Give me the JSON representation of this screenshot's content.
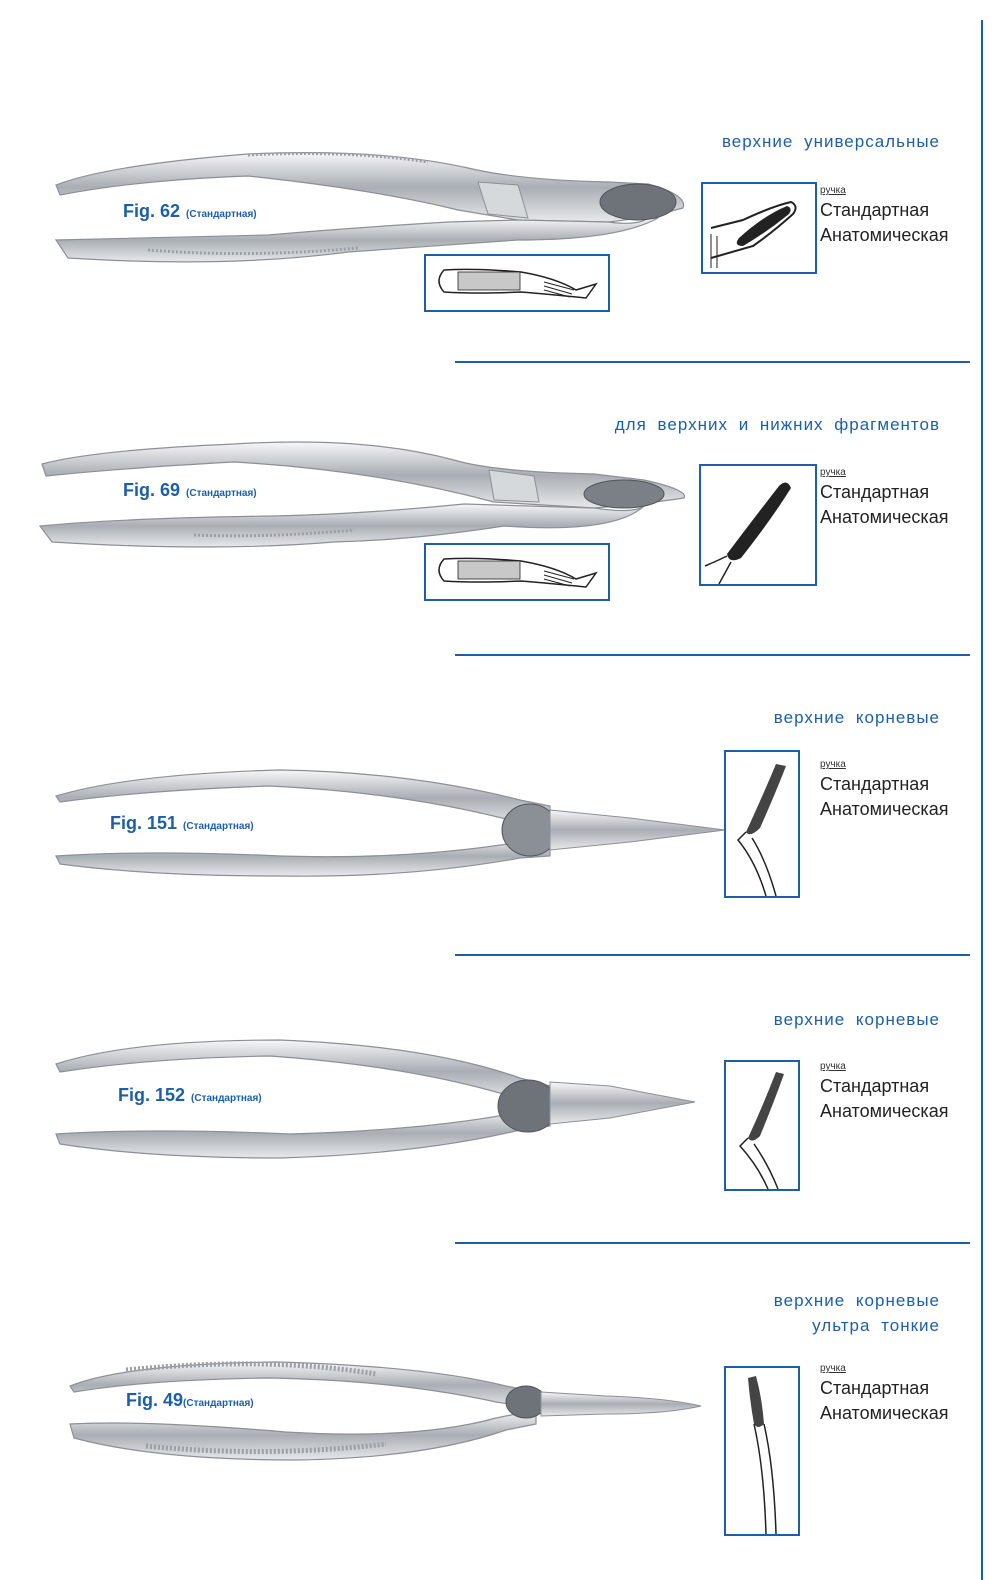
{
  "sections": [
    {
      "title": [
        "верхние универсальные"
      ],
      "fig_number": "Fig. 62",
      "fig_type": "(Стандартная)",
      "handle_label": "ручка",
      "handle_options": [
        "Стандартная",
        "Анатомическая"
      ]
    },
    {
      "title": [
        "для верхних и нижних фрагментов"
      ],
      "fig_number": "Fig. 69",
      "fig_type": "(Стандартная)",
      "handle_label": "ручка",
      "handle_options": [
        "Стандартная",
        "Анатомическая"
      ]
    },
    {
      "title": [
        "верхние корневые"
      ],
      "fig_number": "Fig. 151",
      "fig_type": "(Стандартная)",
      "handle_label": "ручка",
      "handle_options": [
        "Стандартная",
        "Анатомическая"
      ]
    },
    {
      "title": [
        "верхние корневые"
      ],
      "fig_number": "Fig. 152",
      "fig_type": "(Стандартная)",
      "handle_label": "ручка",
      "handle_options": [
        "Стандартная",
        "Анатомическая"
      ]
    },
    {
      "title": [
        "верхние корневые",
        "ультра тонкие"
      ],
      "fig_number": "Fig. 49",
      "fig_type": "(Стандартная)",
      "handle_label": "ручка",
      "handle_options": [
        "Стандартная",
        "Анатомическая"
      ]
    }
  ],
  "colors": {
    "accent": "#1c5fa8",
    "text": "#222222",
    "steel": "#b9bec4"
  }
}
